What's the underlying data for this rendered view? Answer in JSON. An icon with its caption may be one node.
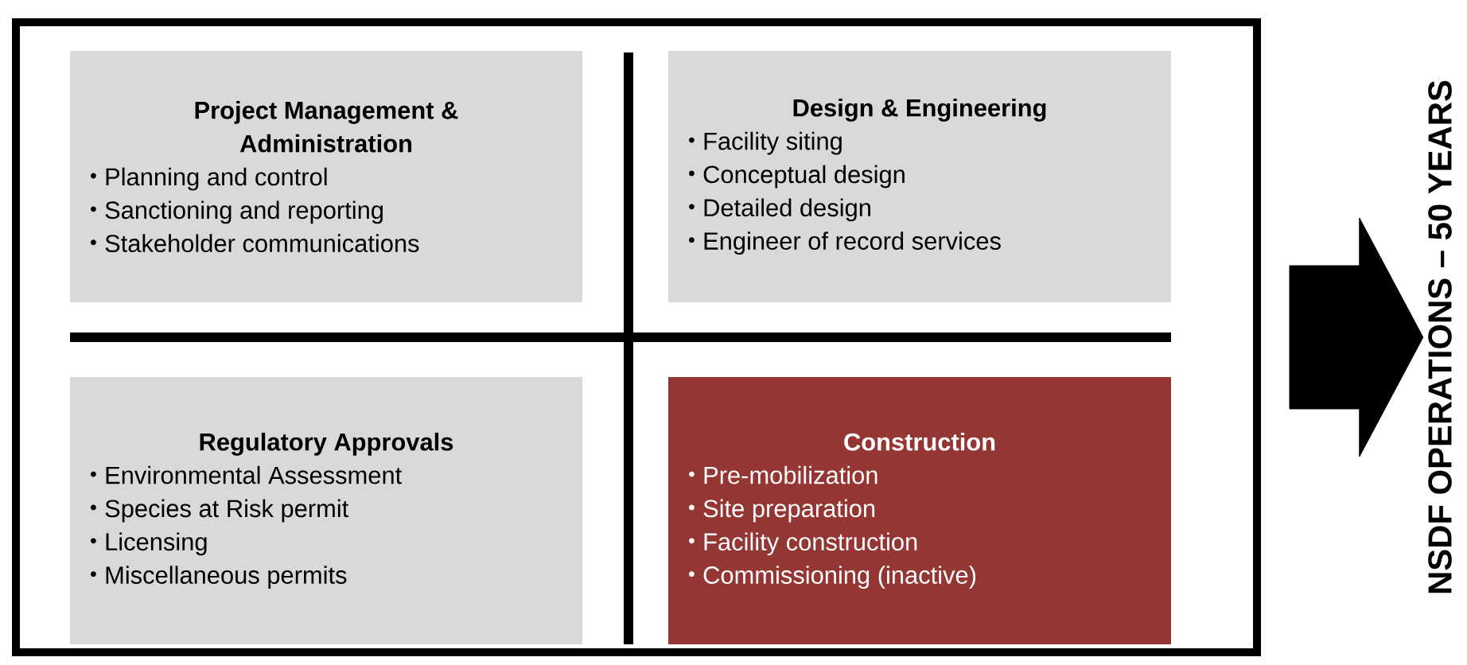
{
  "diagram": {
    "nodes": [
      {
        "text": [],
        "shape": "box"
      },
      {
        "text": [
          "Project Management & Administration",
          "Planning and control",
          "Sanctioning and reporting",
          "Stakeholder communications"
        ],
        "in": 0
      },
      {
        "text": [
          "Design & Engineering",
          "Facility siting",
          "Conceptual design",
          "Detailed design",
          "Engineer of record services"
        ],
        "in": 0
      },
      {
        "text": [
          "Regulatory Approvals",
          "Environmental Assessment",
          "Species at Risk permit",
          "Licensing",
          "Miscellaneous permits"
        ],
        "in": 0
      },
      {
        "text": [
          "Construction",
          "Pre-mobilization",
          "Site preparation",
          "Facility construction",
          "Commissioning (inactive)"
        ],
        "in": 0
      },
      {
        "text": [
          "NSDF OPERATIONS – 50 YEARS"
        ]
      }
    ],
    "edges": [
      {
        "from": 0,
        "to": 5,
        "arrow": "to"
      }
    ]
  }
}
